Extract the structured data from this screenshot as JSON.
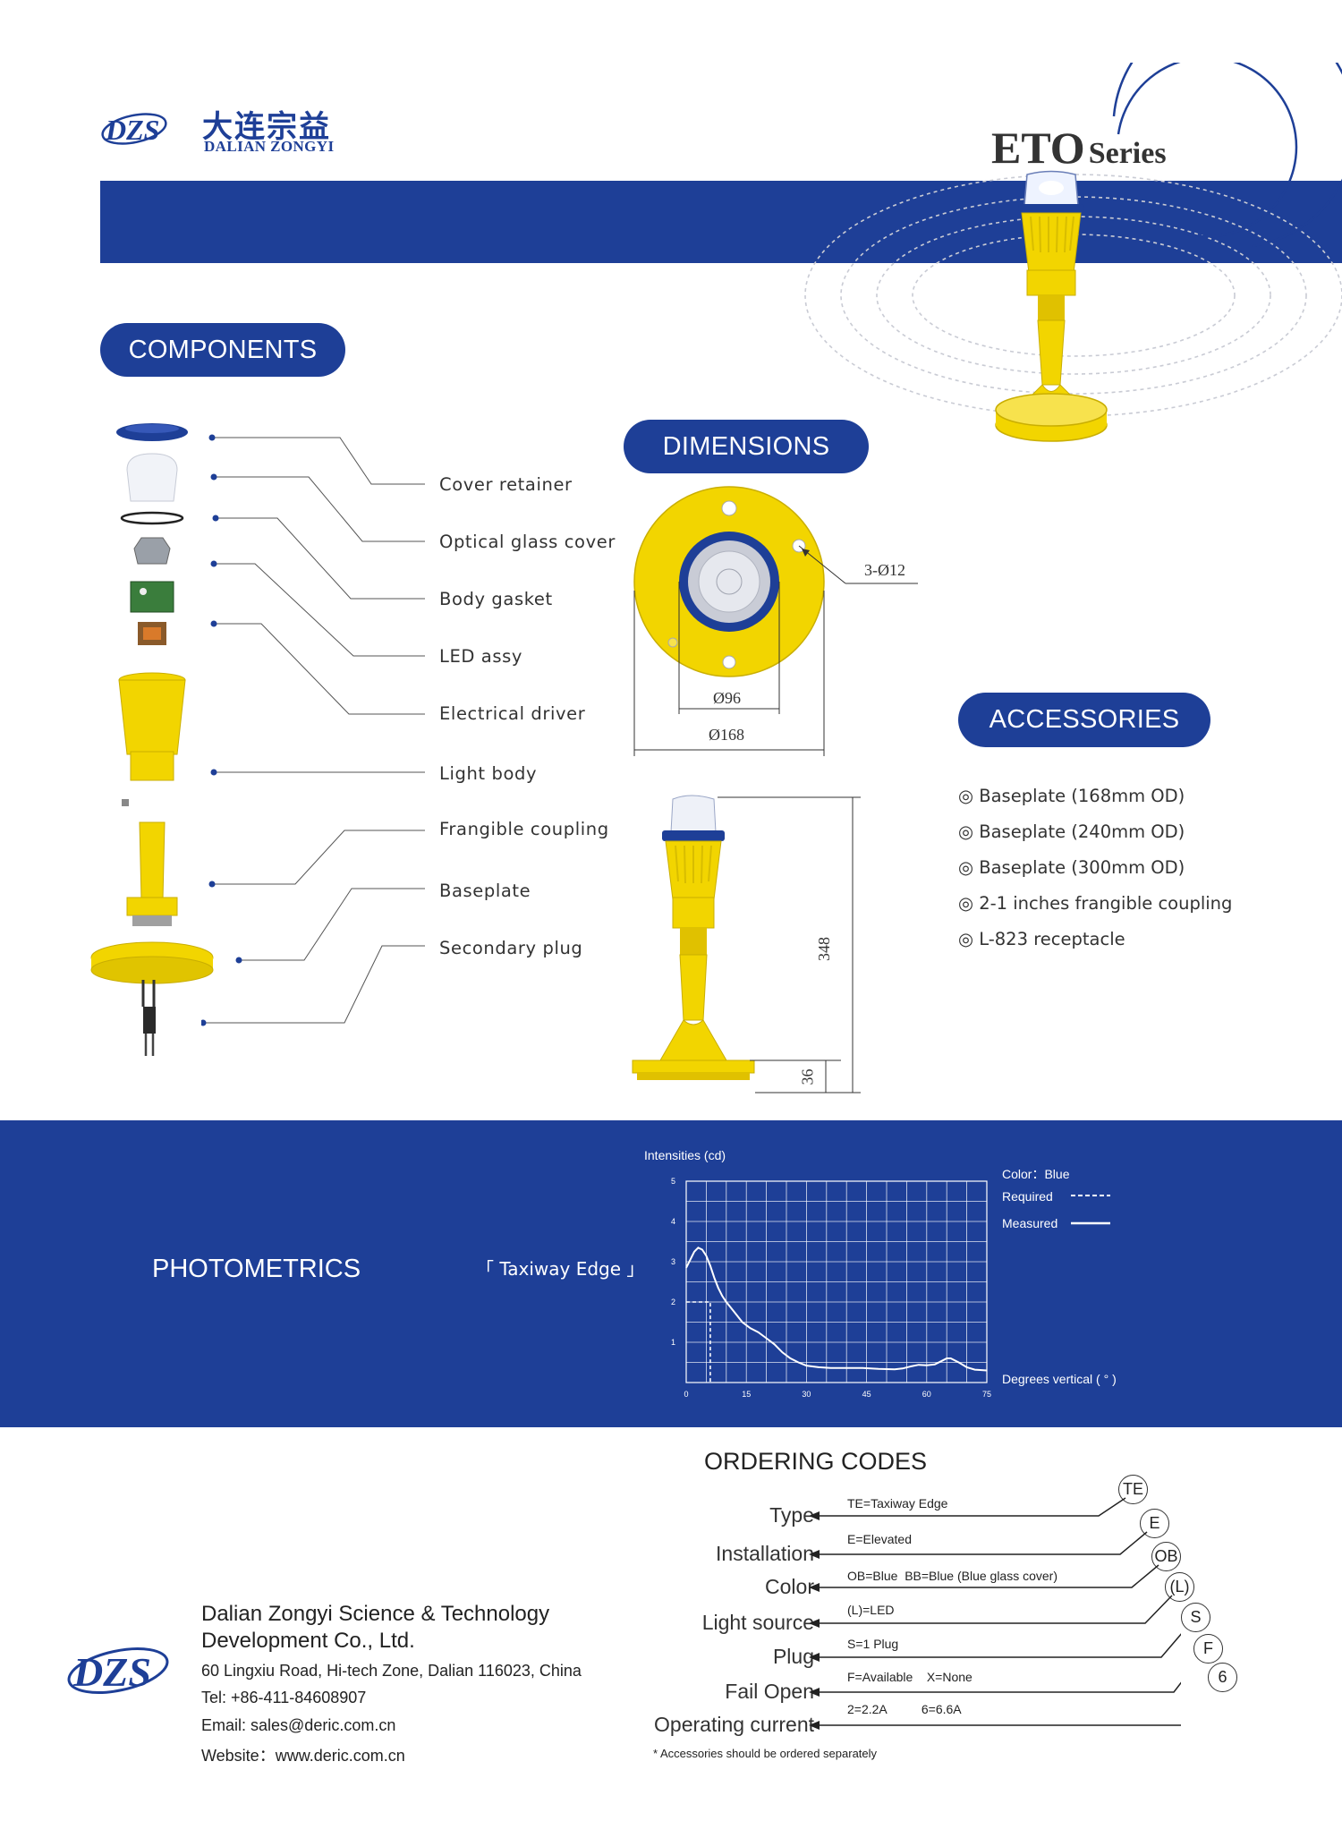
{
  "brand": {
    "logo_text": "DZS",
    "name_cn": "大连宗益",
    "name_en": "DALIAN ZONGYI"
  },
  "series": {
    "main": "ETO",
    "suffix": "Series"
  },
  "sections": {
    "components": "COMPONENTS",
    "dimensions": "DIMENSIONS",
    "accessories": "ACCESSORIES",
    "photometrics": "PHOTOMETRICS",
    "ordering": "ORDERING CODES"
  },
  "components": [
    "Cover retainer",
    "Optical glass cover",
    "Body gasket",
    "LED assy",
    "Electrical driver",
    "Light body",
    "Frangible coupling",
    "Baseplate",
    "Secondary plug"
  ],
  "dimensions": {
    "hole": "3-Ø12",
    "inner": "Ø96",
    "outer": "Ø168",
    "height": "348",
    "base_height": "36"
  },
  "accessories": [
    "Baseplate (168mm OD)",
    "Baseplate (240mm OD)",
    "Baseplate (300mm OD)",
    "2-1 inches frangible coupling",
    "L-823 receptacle"
  ],
  "accessory_bullet": "◎",
  "photometrics": {
    "label": "「 Taxiway Edge 」",
    "ylabel": "Intensities (cd)",
    "xlabel": "Degrees vertical ( ° )",
    "legend": {
      "color": "Color：Blue",
      "required": "Required",
      "measured": "Measured"
    }
  },
  "chart_data": {
    "type": "line",
    "title": "",
    "xlabel": "Degrees vertical ( ° )",
    "ylabel": "Intensities (cd)",
    "xlim": [
      0,
      75
    ],
    "ylim": [
      0,
      5
    ],
    "x_ticks": [
      0,
      15,
      30,
      45,
      60,
      75
    ],
    "y_ticks": [
      1,
      2,
      3,
      4,
      5
    ],
    "grid": true,
    "legend_position": "top-right",
    "series": [
      {
        "name": "Measured",
        "style": "solid",
        "x": [
          0,
          1,
          2,
          3,
          4,
          5,
          6,
          7,
          8,
          9,
          10,
          12,
          14,
          16,
          18,
          20,
          22,
          24,
          26,
          28,
          30,
          33,
          36,
          40,
          44,
          48,
          52,
          54,
          56,
          58,
          60,
          62,
          64,
          65,
          66,
          68,
          70,
          72,
          75
        ],
        "y": [
          2.85,
          3.05,
          3.25,
          3.35,
          3.3,
          3.15,
          2.9,
          2.6,
          2.35,
          2.15,
          2.0,
          1.75,
          1.5,
          1.35,
          1.25,
          1.1,
          0.95,
          0.75,
          0.6,
          0.5,
          0.42,
          0.38,
          0.36,
          0.36,
          0.36,
          0.34,
          0.33,
          0.35,
          0.4,
          0.44,
          0.43,
          0.45,
          0.55,
          0.6,
          0.6,
          0.5,
          0.38,
          0.32,
          0.3
        ]
      },
      {
        "name": "Required",
        "style": "dashed",
        "x": [
          0,
          6,
          6
        ],
        "y": [
          2,
          2,
          0
        ]
      }
    ]
  },
  "ordering": {
    "rows": [
      {
        "label": "Type",
        "code": "TE=Taxiway Edge",
        "circle": "TE"
      },
      {
        "label": "Installation",
        "code": "E=Elevated",
        "circle": "E"
      },
      {
        "label": "Color",
        "code": "OB=Blue  BB=Blue (Blue glass cover)",
        "circle": "OB"
      },
      {
        "label": "Light source",
        "code": "(L)=LED",
        "circle": "(L)"
      },
      {
        "label": "Plug",
        "code": "S=1 Plug",
        "circle": "S"
      },
      {
        "label": "Fail Open",
        "code": "F=Available    X=None",
        "circle": "F"
      },
      {
        "label": "Operating current",
        "code": "2=2.2A          6=6.6A",
        "circle": "6"
      }
    ],
    "note": "* Accessories should be ordered separately"
  },
  "contact": {
    "company_line1": "Dalian Zongyi Science & Technology",
    "company_line2": "Development Co., Ltd.",
    "address": "60 Lingxiu Road, Hi-tech Zone, Dalian 116023, China",
    "tel": "Tel: +86-411-84608907",
    "email": "Email: sales@deric.com.cn",
    "website": "Website：www.deric.com.cn"
  },
  "colors": {
    "brand_blue": "#1e3f97",
    "light_yellow": "#f2d500",
    "grid_white": "#ffffff"
  }
}
